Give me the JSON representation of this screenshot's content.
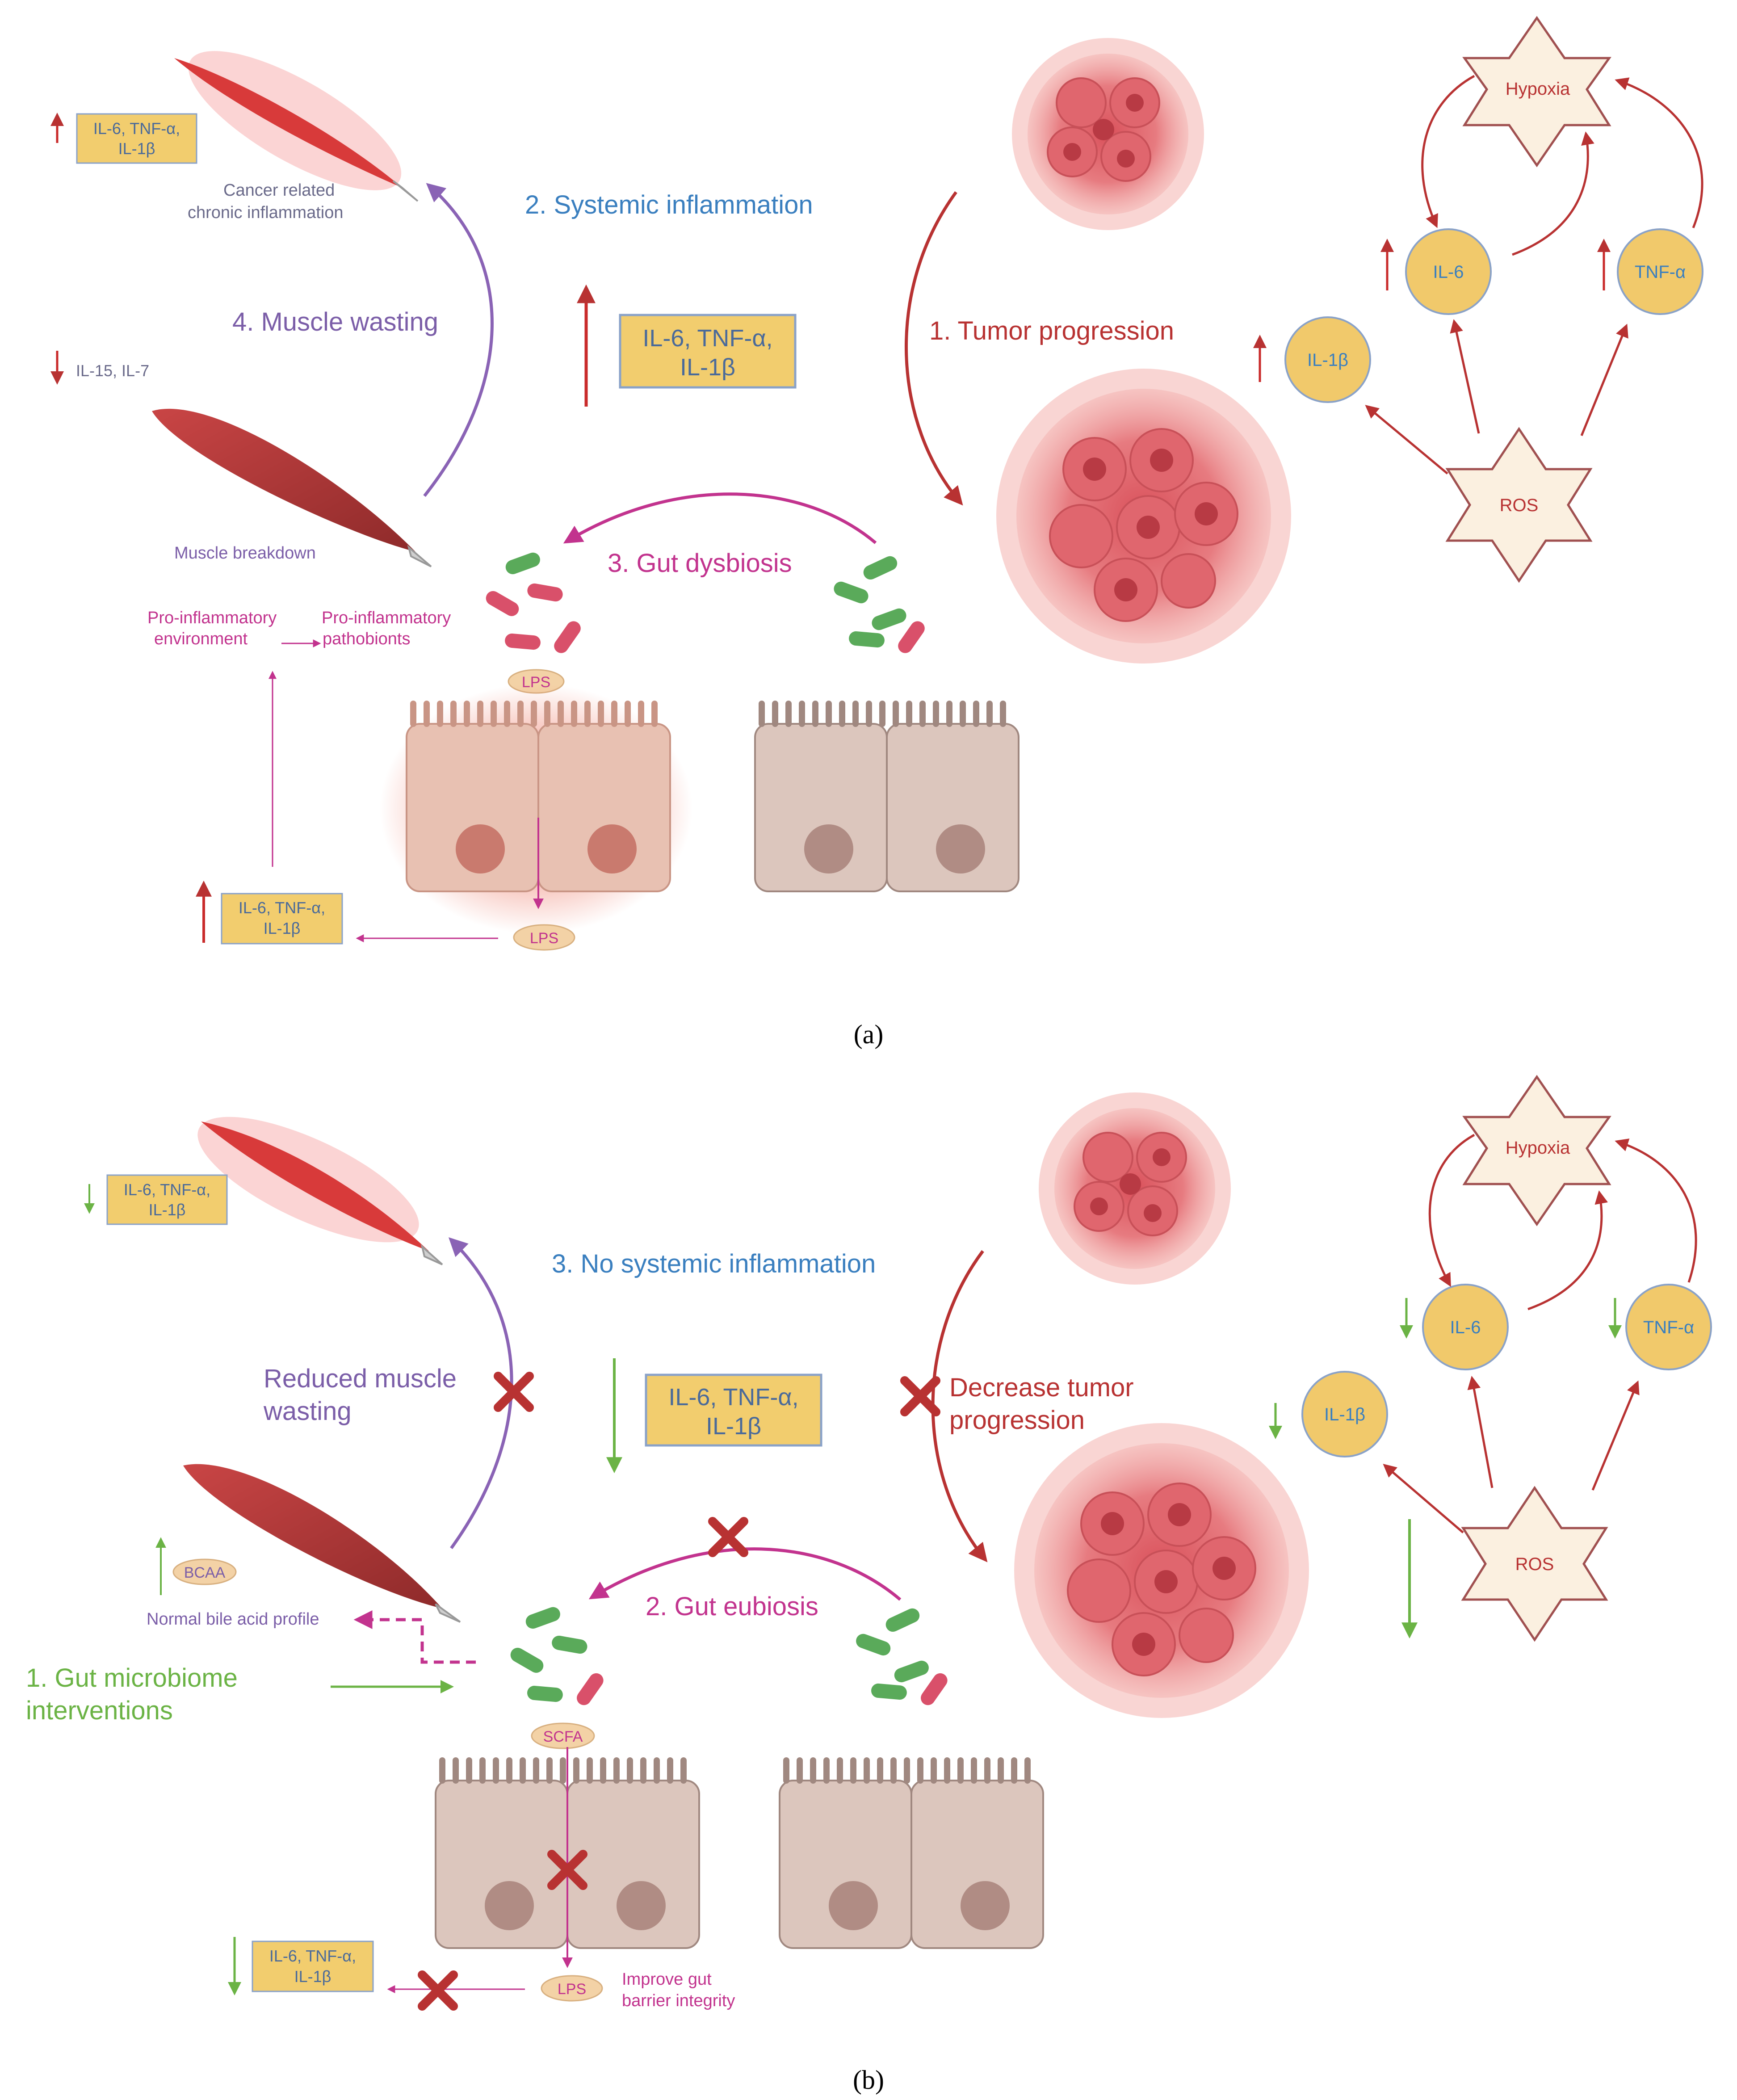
{
  "panel_a": {
    "caption": "(a)",
    "steps": {
      "tumor": "1. Tumor progression",
      "systemic": "2. Systemic inflammation",
      "gut": "3. Gut dysbiosis",
      "muscle": "4. Muscle wasting"
    },
    "cytokine_box_center": [
      "IL-6, TNF-α,",
      "IL-1β"
    ],
    "cytokine_box_muscle": [
      "IL-6, TNF-α,",
      "IL-1β"
    ],
    "cytokine_box_blood": [
      "IL-6, TNF-α,",
      "IL-1β"
    ],
    "muscle_down_label": "IL-15, IL-7",
    "muscle_top_label": [
      "Cancer related",
      "chronic inflammation"
    ],
    "muscle_bottom_label": "Muscle breakdown",
    "proinflam_env": [
      "Pro-inflammatory",
      "environment"
    ],
    "proinflam_path": [
      "Pro-inflammatory",
      "pathobionts"
    ],
    "lps_top": "LPS",
    "lps_bottom": "LPS",
    "nodes": {
      "hypoxia": "Hypoxia",
      "il6": "IL-6",
      "tnf": "TNF-α",
      "il1b": "IL-1β",
      "ros": "ROS"
    }
  },
  "panel_b": {
    "caption": "(b)",
    "steps": {
      "interventions": [
        "1. Gut microbiome",
        "interventions"
      ],
      "gut": "2. Gut eubiosis",
      "systemic": "3. No systemic inflammation",
      "muscle": [
        "Reduced muscle",
        "wasting"
      ],
      "tumor": [
        "Decrease tumor",
        "progression"
      ]
    },
    "cytokine_box_center": [
      "IL-6, TNF-α,",
      "IL-1β"
    ],
    "cytokine_box_muscle": [
      "IL-6, TNF-α,",
      "IL-1β"
    ],
    "cytokine_box_blood": [
      "IL-6, TNF-α,",
      "IL-1β"
    ],
    "bcaa": "BCAA",
    "bile_acid": "Normal bile acid profile",
    "scfa": "SCFA",
    "lps": "LPS",
    "barrier": [
      "Improve gut",
      "barrier integrity"
    ],
    "nodes": {
      "hypoxia": "Hypoxia",
      "il6": "IL-6",
      "tnf": "TNF-α",
      "il1b": "IL-1β",
      "ros": "ROS"
    }
  },
  "colors": {
    "red": "#b83232",
    "purple": "#8a63b5",
    "magenta": "#c2338e",
    "blue": "#3a7fbf",
    "green": "#6bb345",
    "box_fill": "#f2cd6e",
    "box_border": "#8aa2c8",
    "node_fill": "#f1c96b",
    "cell_fill": "#dcc6bd"
  }
}
